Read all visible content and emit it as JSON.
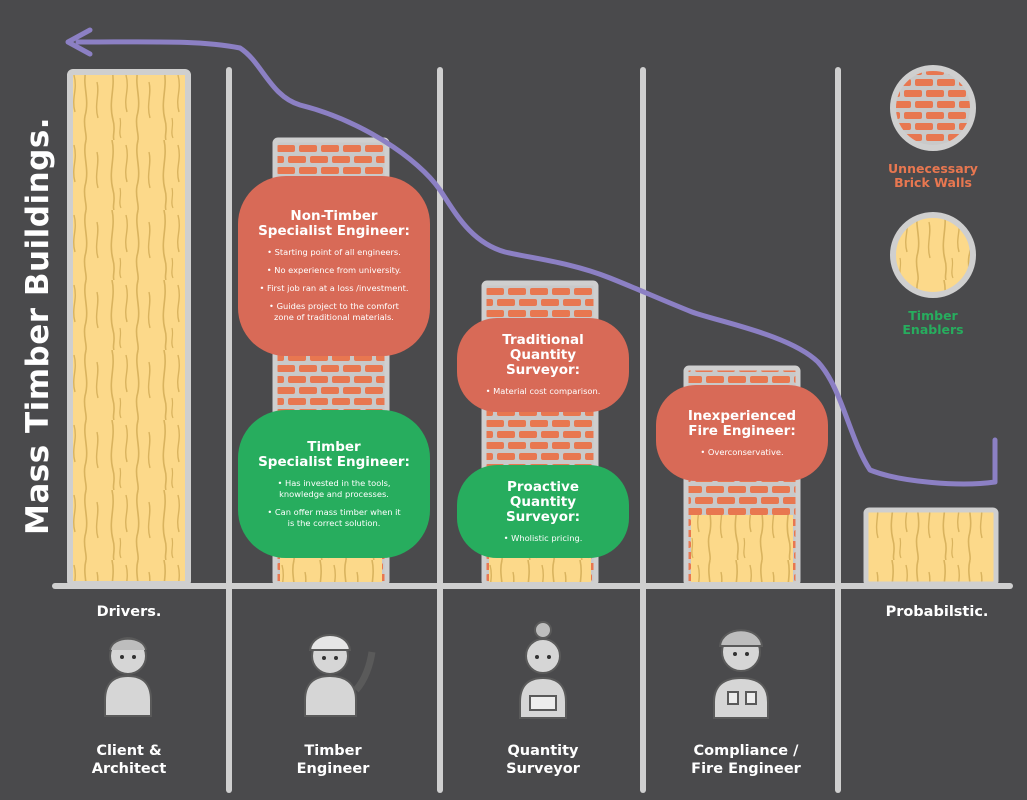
{
  "title": "Mass Timber Buildings.",
  "columns": [
    {
      "id": "client",
      "label_lines": [
        "Client &",
        "Architect"
      ]
    },
    {
      "id": "timber-engineer",
      "label_lines": [
        "Timber",
        "Engineer"
      ]
    },
    {
      "id": "quantity-surveyor",
      "label_lines": [
        "Quantity",
        "Surveyor"
      ]
    },
    {
      "id": "fire-engineer",
      "label_lines": [
        "Compliance /",
        "Fire Engineer"
      ]
    }
  ],
  "row_labels": {
    "drivers": "Drivers.",
    "probabilistic": "Probabilstic."
  },
  "bubbles": {
    "non_timber": {
      "title_lines": [
        "Non-Timber",
        "Specialist Engineer:"
      ],
      "items": [
        "• Starting point of all engineers.",
        "• No experience from university.",
        "• First job ran at a loss /investment.",
        "• Guides project to the comfort zone of traditional materials."
      ]
    },
    "timber_specialist": {
      "title_lines": [
        "Timber",
        "Specialist Engineer:"
      ],
      "items": [
        "• Has invested in the tools, knowledge and processes.",
        "• Can offer mass timber when it is the correct solution."
      ]
    },
    "traditional_qs": {
      "title_lines": [
        "Traditional",
        "Quantity Surveyor:"
      ],
      "items": [
        "• Material cost comparison."
      ]
    },
    "proactive_qs": {
      "title_lines": [
        "Proactive",
        "Quantity Surveyor:"
      ],
      "items": [
        "• Wholistic pricing."
      ]
    },
    "inexperienced_fire": {
      "title_lines": [
        "Inexperienced",
        "Fire Engineer:"
      ],
      "items": [
        "• Overconservative."
      ]
    }
  },
  "legend": {
    "brick_label_lines": [
      "Unnecessary",
      "Brick Walls"
    ],
    "timber_label_lines": [
      "Timber",
      "Enablers"
    ]
  },
  "colors": {
    "background": "#4a4a4c",
    "timber": "#fcd98a",
    "brick": "#e87750",
    "red_bubble": "#d86a57",
    "green_bubble": "#27ad5e",
    "curve": "#8c80c4",
    "lines": "#cfcfcf"
  }
}
